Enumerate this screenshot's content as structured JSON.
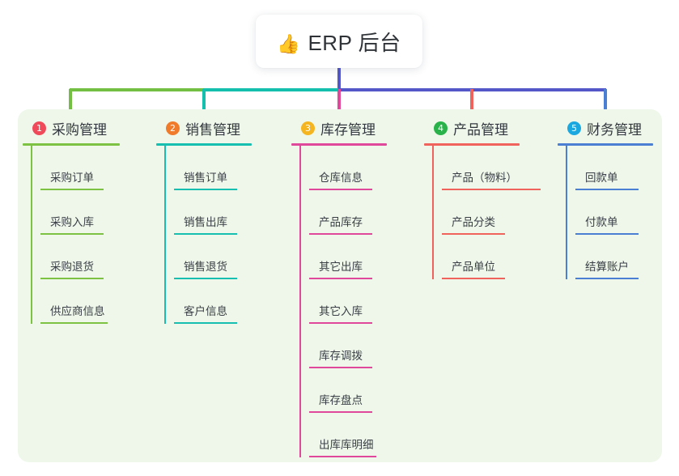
{
  "root": {
    "emoji": "👍",
    "label": "ERP 后台"
  },
  "colors": {
    "panel_bg": "#eef7e9",
    "page_bg": "#ffffff",
    "root_trunk": "#5457c8",
    "branch_green": "#72bf44",
    "branch_teal": "#15bfae",
    "branch_blue": "#5457c8",
    "col1": "#7dc242",
    "col2": "#17bfb0",
    "col3": "#e0489b",
    "col4": "#f0635c",
    "col5": "#4a7fd4",
    "badge1": "#f04a5a",
    "badge2": "#f07b2a",
    "badge3": "#f5b520",
    "badge4": "#29b24a",
    "badge5": "#1ba8e0"
  },
  "columns": [
    {
      "index": "1",
      "badge_color": "#f04a5a",
      "line_color": "#7dc242",
      "title": "采购管理",
      "items": [
        "采购订单",
        "采购入库",
        "采购退货",
        "供应商信息"
      ]
    },
    {
      "index": "2",
      "badge_color": "#f07b2a",
      "line_color": "#17bfb0",
      "title": "销售管理",
      "items": [
        "销售订单",
        "销售出库",
        "销售退货",
        "客户信息"
      ]
    },
    {
      "index": "3",
      "badge_color": "#f5b520",
      "line_color": "#e0489b",
      "title": "库存管理",
      "items": [
        "仓库信息",
        "产品库存",
        "其它出库",
        "其它入库",
        "库存调拨",
        "库存盘点",
        "出库库明细"
      ]
    },
    {
      "index": "4",
      "badge_color": "#29b24a",
      "line_color": "#f0635c",
      "title": "产品管理",
      "items": [
        "产品（物料）",
        "产品分类",
        "产品单位"
      ]
    },
    {
      "index": "5",
      "badge_color": "#1ba8e0",
      "line_color": "#4a7fd4",
      "title": "财务管理",
      "items": [
        "回款单",
        "付款单",
        "结算账户"
      ]
    }
  ]
}
